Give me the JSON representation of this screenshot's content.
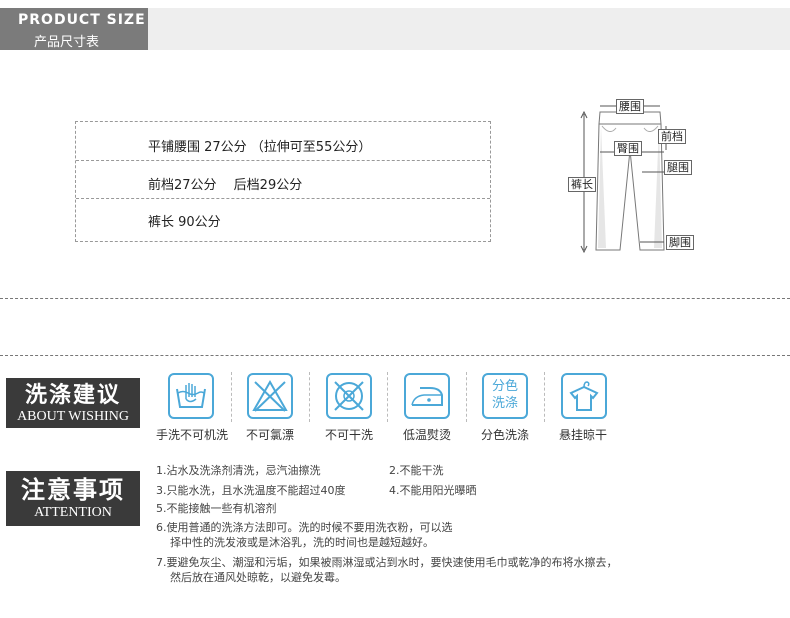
{
  "header": {
    "title_en": "PRODUCT SIZE",
    "title_cn": "产品尺寸表"
  },
  "size_table": {
    "rows": [
      "平铺腰围 27公分 （拉伸可至55公分）",
      "前档27公分　 后档29公分",
      "裤长 90公分"
    ]
  },
  "diagram": {
    "labels": {
      "waist": "腰围",
      "front_rise": "前档",
      "hip": "臀围",
      "thigh": "腿围",
      "length": "裤长",
      "hem": "脚围"
    }
  },
  "wash": {
    "badge_cn": "洗涤建议",
    "badge_en": "ABOUT WISHING",
    "icon_color": "#4ba8d8",
    "items": [
      {
        "icon": "hand-wash-icon",
        "label": "手洗不可机洗"
      },
      {
        "icon": "no-bleach-icon",
        "label": "不可氯漂"
      },
      {
        "icon": "no-tumble-dry-icon",
        "label": "不可干洗"
      },
      {
        "icon": "low-iron-icon",
        "label": "低温熨烫"
      },
      {
        "icon": "separate-wash-icon",
        "label": "分色洗涤",
        "glyph_line1": "分色",
        "glyph_line2": "洗涤"
      },
      {
        "icon": "hang-dry-icon",
        "label": "悬挂晾干"
      }
    ]
  },
  "attention": {
    "badge_cn": "注意事项",
    "badge_en": "ATTENTION",
    "notes": {
      "n1": "1.沾水及洗涤剂清洗，忌汽油擦洗",
      "n2": "2.不能干洗",
      "n3": "3.只能水洗，且水洗温度不能超过40度",
      "n4": "4.不能用阳光曝晒",
      "n5": "5.不能接触一些有机溶剂",
      "n6a": "6.使用普通的洗涤方法即可。洗的时候不要用洗衣粉，可以选",
      "n6b": "择中性的洗发液或是沐浴乳，洗的时间也是越短越好。",
      "n7a": "7.要避免灰尘、潮湿和污垢，如果被雨淋湿或沾到水时，要快速使用毛巾或乾净的布将水擦去，",
      "n7b": "然后放在通风处晾乾，以避免发霉。"
    }
  }
}
